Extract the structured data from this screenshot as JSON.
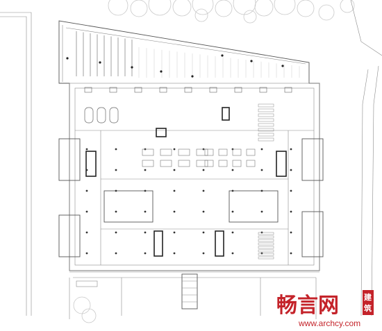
{
  "watermark": {
    "brand": "畅言网",
    "side_top": "建",
    "side_bottom": "筑",
    "url": "www.archcy.com",
    "color": "#c4232a"
  },
  "colors": {
    "background": "#ffffff",
    "line": "#555555",
    "heavy_line": "#222222",
    "tree": "#c9c9c9"
  }
}
